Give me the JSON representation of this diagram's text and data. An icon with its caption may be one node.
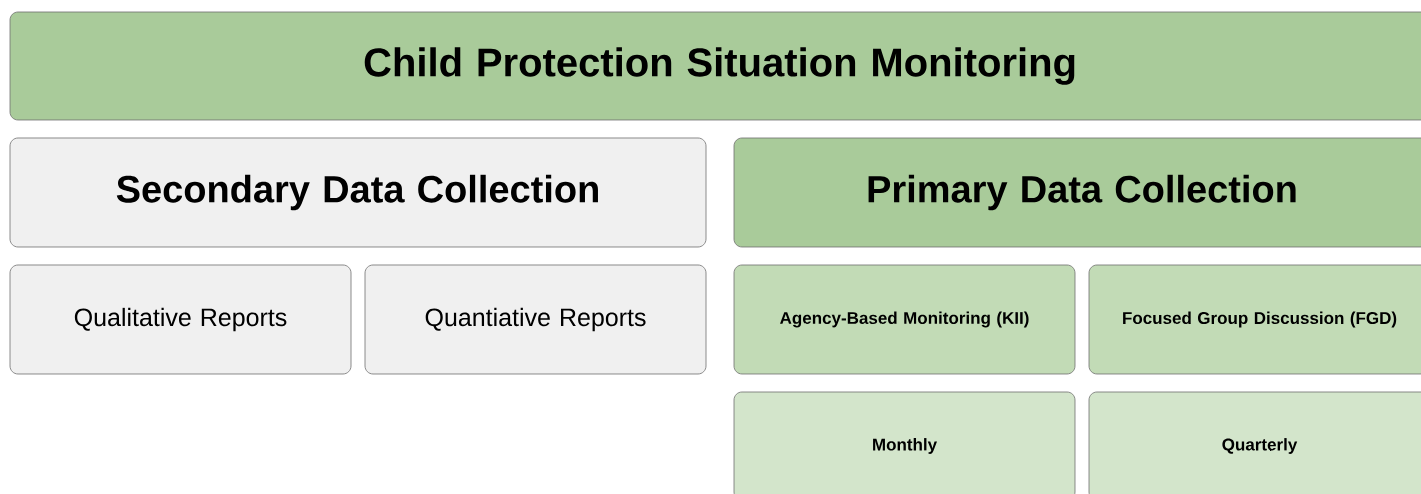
{
  "diagram": {
    "nodes": [
      {
        "text": [
          "Child Protection Situation Monitoring"
        ]
      },
      {
        "text": [
          "Secondary Data Collection"
        ]
      },
      {
        "text": [
          "Primary Data Collection"
        ]
      },
      {
        "text": [
          "Qualitative Reports"
        ]
      },
      {
        "text": [
          "Quantiative Reports"
        ]
      },
      {
        "text": [
          "Agency-Based Monitoring (KII)"
        ]
      },
      {
        "text": [
          "Focused Group Discussion (FGD)"
        ]
      },
      {
        "text": [
          "Monthly"
        ]
      },
      {
        "text": [
          "Quarterly"
        ]
      }
    ]
  }
}
